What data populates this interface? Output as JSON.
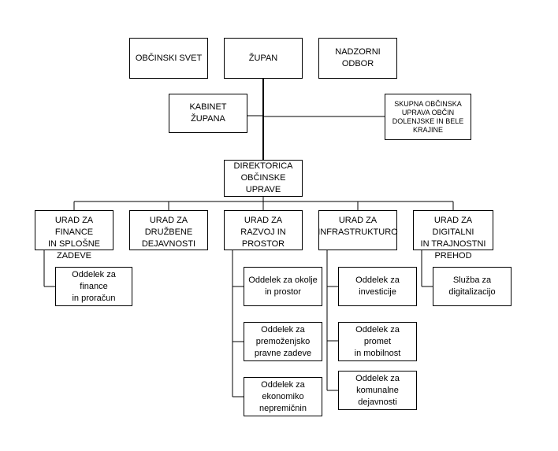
{
  "org_chart": {
    "top_row": {
      "council": "OBČINSKI SVET",
      "mayor": "ŽUPAN",
      "supervisory_board": "NADZORNI ODBOR"
    },
    "cabinet": "KABINET\nŽUPANA",
    "joint_administration": "SKUPNA OBČINSKA\nUPRAVA OBČIN\nDOLENJSKE IN BELE\nKRAJINE",
    "director": "DIREKTORICA\nOBČINSKE UPRAVE",
    "offices": [
      {
        "label": "URAD ZA FINANCE\nIN SPLOŠNE\nZADEVE",
        "departments": [
          "Oddelek za finance\nin proračun"
        ]
      },
      {
        "label": "URAD ZA\nDRUŽBENE\nDEJAVNOSTI",
        "departments": []
      },
      {
        "label": "URAD ZA RAZVOJ IN\nPROSTOR",
        "departments": [
          "Oddelek za okolje\nin prostor",
          "Oddelek za\npremoženjsko\npravne zadeve",
          "Oddelek za\nekonomiko\nnepremičnin"
        ]
      },
      {
        "label": "URAD ZA\nINFRASTRUKTURO",
        "departments": [
          "Oddelek za\ninvesticije",
          "Oddelek za promet\nin mobilnost",
          "Oddelek za\nkomunalne\ndejavnosti"
        ]
      },
      {
        "label": "URAD ZA DIGITALNI\nIN TRAJNOSTNI\nPREHOD",
        "departments": [
          "Služba za\ndigitalizacijo"
        ]
      }
    ]
  }
}
